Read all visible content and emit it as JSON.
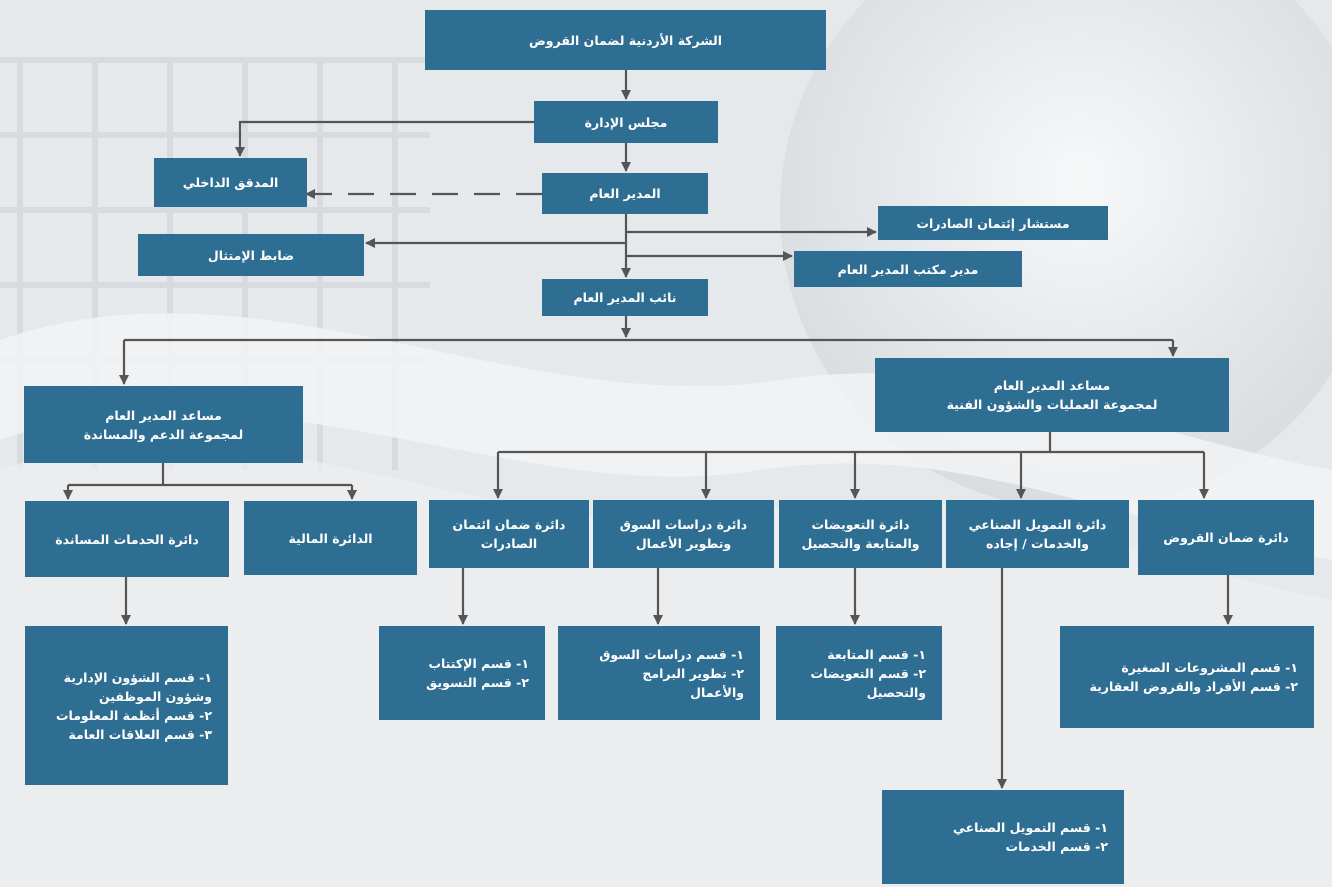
{
  "colors": {
    "box": "#2e6e93",
    "line": "#555555",
    "text": "#ffffff"
  },
  "org": {
    "company": "الشركة الأردنية لضمان القروض",
    "board": "مجلس الإدارة",
    "internal_auditor": "المدقق الداخلي",
    "general_manager": "المدير العام",
    "export_credit_advisor": "مستشار إئتمان الصادرات",
    "compliance_officer": "ضابط الإمتثال",
    "gm_office_director": "مدير مكتب المدير العام",
    "deputy_gm": "نائب المدير العام",
    "agm_operations": "مساعد المدير العام\nلمجموعة العمليات والشؤون الفنية",
    "agm_support": "مساعد المدير العام\nلمجموعة الدعم والمساندة",
    "dept_loan_guarantee": "دائرة ضمان القروض",
    "dept_industrial_finance": "دائرة التمويل الصناعي\nوالخدمات / إجاده",
    "dept_compensation": "دائرة التعويضات\nوالمتابعة والتحصيل",
    "dept_market_studies": "دائرة دراسات السوق\nوتطوير الأعمال",
    "dept_export_credit": "دائرة ضمان ائتمان\nالصادرات",
    "dept_finance": "الدائرة المالية",
    "dept_support_services": "دائرة الحدمات المساندة",
    "sec_loan_guarantee": "١- قسم المشروعات الصغيرة\n٢- قسم الأفراد والقروض العقارية",
    "sec_industrial_finance": "١- قسم التمويل الصناعي\n٢- قسم الخدمات",
    "sec_compensation": "١- قسم المتابعة\n٢- قسم التعويضات\nوالتحصيل",
    "sec_market_studies": "١- قسم دراسات السوق\n٢- تطوير البرامج\nوالأعمال",
    "sec_export_credit": "١- قسم الإكتتاب\n٢- قسم التسويق",
    "sec_support_services": "١- قسم الشؤون الإدارية\nوشؤون الموظفين\n٢- قسم أنظمة المعلومات\n٣- قسم العلاقات العامة"
  }
}
